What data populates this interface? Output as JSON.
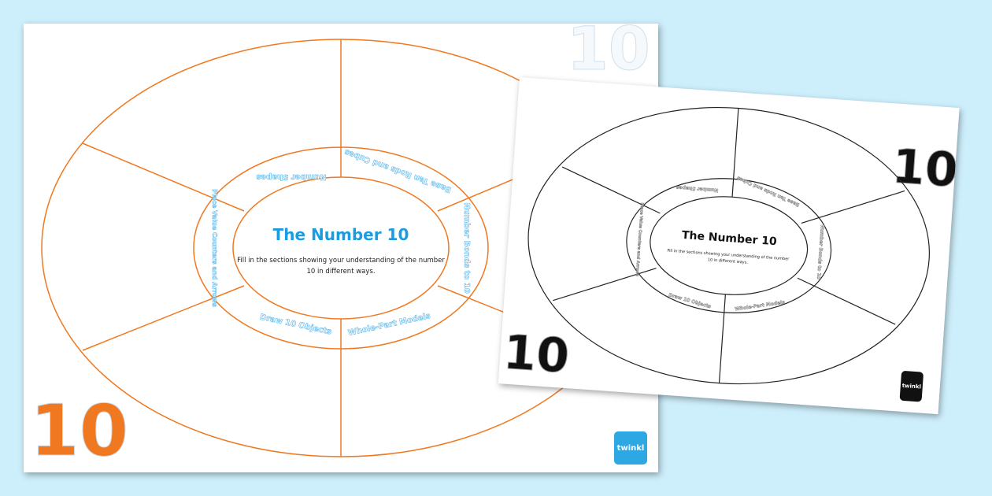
{
  "colored_sheet": {
    "title": "The Number 10",
    "instructions_line1": "Fill in the sections showing your understanding of the number",
    "instructions_line2": "10 in different ways.",
    "sections": [
      "Number Shapes",
      "Base Ten Rods and Cubes",
      "Number Bonds to 10",
      "Whole-Part Models",
      "Draw 10 Objects",
      "Place Value Counters and Arrows"
    ],
    "big_number": "10",
    "logo": "twinkl",
    "colors": {
      "lines": "#f07820",
      "title": "#1b9ce0",
      "accent": "#f07820"
    }
  },
  "bw_sheet": {
    "title": "The Number 10",
    "instructions_line1": "Fill in the sections showing your understanding of the number",
    "instructions_line2": "10 in different ways.",
    "sections": [
      "Number Shapes",
      "Base Ten Rods and Cubes",
      "Number Bonds to 10",
      "Whole-Part Models",
      "Draw 10 Objects",
      "Place Value Counters and Arrows"
    ],
    "big_number": "10",
    "logo": "twinkl"
  },
  "background_color": "#cdeefb"
}
